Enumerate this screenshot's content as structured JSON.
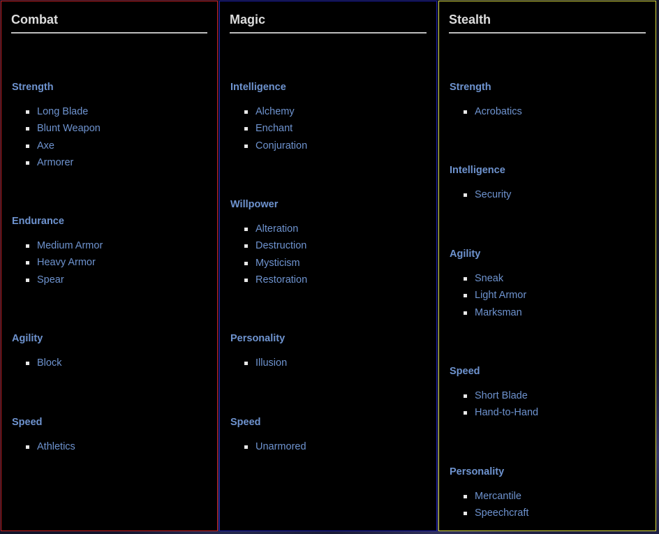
{
  "columns": [
    {
      "title": "Combat",
      "border_color": "#cc1f1f",
      "groups": [
        {
          "title": "Strength",
          "skills": [
            "Long Blade",
            "Blunt Weapon",
            "Axe",
            "Armorer"
          ]
        },
        {
          "title": "Endurance",
          "skills": [
            "Medium Armor",
            "Heavy Armor",
            "Spear"
          ]
        },
        {
          "title": "Agility",
          "skills": [
            "Block"
          ]
        },
        {
          "title": "Speed",
          "skills": [
            "Athletics"
          ]
        }
      ]
    },
    {
      "title": "Magic",
      "border_color": "#1a1aa8",
      "groups": [
        {
          "title": "Intelligence",
          "skills": [
            "Alchemy",
            "Enchant",
            "Conjuration"
          ]
        },
        {
          "title": "Willpower",
          "skills": [
            "Alteration",
            "Destruction",
            "Mysticism",
            "Restoration"
          ]
        },
        {
          "title": "Personality",
          "skills": [
            "Illusion"
          ]
        },
        {
          "title": "Speed",
          "skills": [
            "Unarmored"
          ]
        }
      ]
    },
    {
      "title": "Stealth",
      "border_color": "#d9d93a",
      "groups": [
        {
          "title": "Strength",
          "skills": [
            "Acrobatics"
          ]
        },
        {
          "title": "Intelligence",
          "skills": [
            "Security"
          ]
        },
        {
          "title": "Agility",
          "skills": [
            "Sneak",
            "Light Armor",
            "Marksman"
          ]
        },
        {
          "title": "Speed",
          "skills": [
            "Short Blade",
            "Hand-to-Hand"
          ]
        },
        {
          "title": "Personality",
          "skills": [
            "Mercantile",
            "Speechcraft"
          ]
        }
      ]
    }
  ]
}
